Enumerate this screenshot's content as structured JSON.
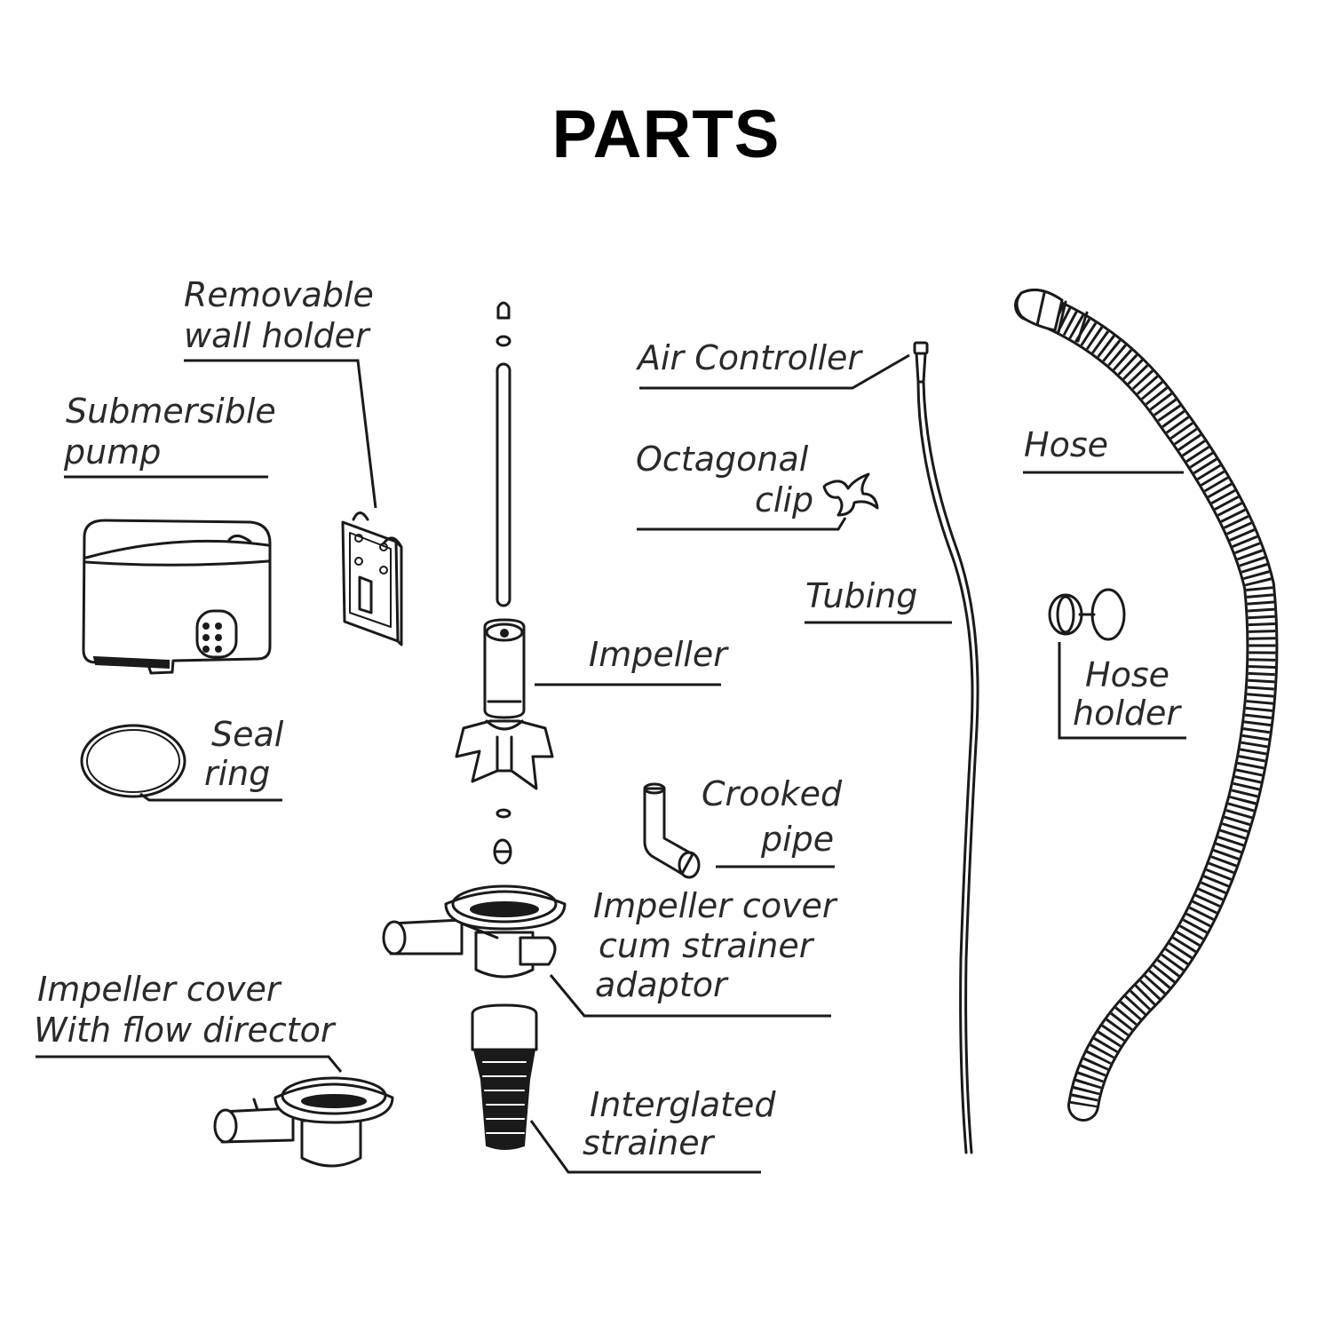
{
  "title": "PARTS",
  "parts": {
    "removable_wall_holder": [
      "Removable",
      "wall holder"
    ],
    "submersible_pump": [
      "Submersible",
      "pump"
    ],
    "seal_ring": [
      "Seal",
      "ring"
    ],
    "impeller": "Impeller",
    "air_controller": "Air Controller",
    "octagonal_clip": [
      "Octagonal",
      "clip"
    ],
    "tubing": "Tubing",
    "hose": "Hose",
    "hose_holder": [
      "Hose",
      "holder"
    ],
    "crooked_pipe": [
      "Crooked",
      "pipe"
    ],
    "impeller_cover_strainer_adaptor": [
      "Impeller cover",
      "cum strainer",
      "adaptor"
    ],
    "impeller_cover_flow_director": [
      "Impeller cover",
      "With flow director"
    ],
    "interglated_strainer": [
      "Interglated",
      "strainer"
    ]
  },
  "colors": {
    "ink": "#1a1a1a",
    "background": "#ffffff"
  }
}
